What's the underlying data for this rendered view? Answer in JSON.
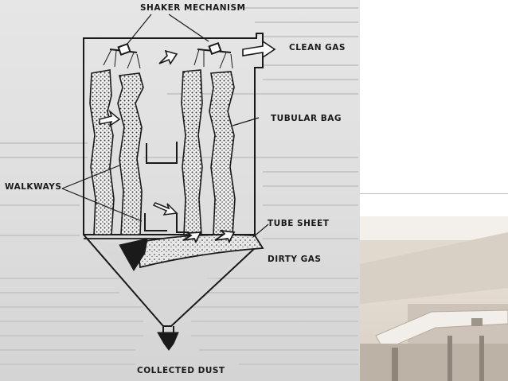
{
  "labels": {
    "shaker_mechanism": "SHAKER MECHANISM",
    "clean_gas": "CLEAN GAS",
    "tubular_bag": "TUBULAR BAG",
    "walkways": "WALKWAYS",
    "tube_sheet": "TUBE SHEET",
    "dirty_gas": "DIRTY GAS",
    "collected_dust": "COLLECTED DUST"
  },
  "colors": {
    "scan_background": "#e0e0e0",
    "ink": "#1a1a1a",
    "page_background": "#ffffff",
    "divider": "#bfc4c8"
  }
}
